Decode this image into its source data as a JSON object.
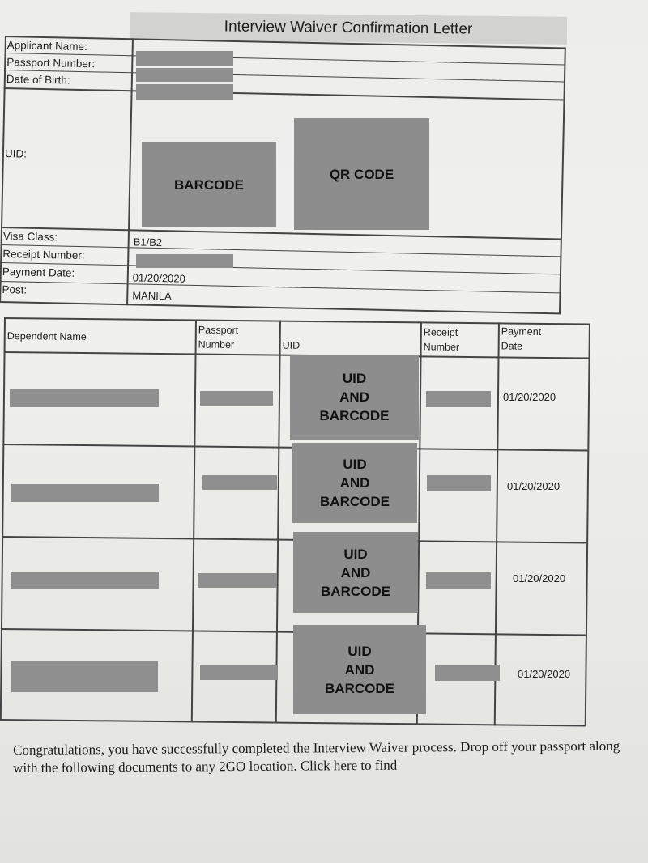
{
  "document": {
    "title": "Interview Waiver Confirmation Letter"
  },
  "applicant": {
    "labels": {
      "name": "Applicant Name:",
      "passport": "Passport Number:",
      "dob": "Date of Birth:",
      "uid": "UID:",
      "visa_class": "Visa Class:",
      "receipt": "Receipt Number:",
      "payment_date": "Payment Date:",
      "post": "Post:"
    },
    "barcode_label": "BARCODE",
    "qr_label": "QR CODE",
    "visa_class": "B1/B2",
    "payment_date": "01/20/2020",
    "post": "MANILA"
  },
  "dependents": {
    "headers": {
      "name": "Dependent Name",
      "passport": "Passport Number",
      "uid": "UID",
      "receipt": "Receipt Number",
      "payment_date": "Payment Date"
    },
    "rows": [
      {
        "uid_box": "UID AND BARCODE",
        "payment_date": "01/20/2020"
      },
      {
        "uid_box": "UID AND BARCODE",
        "payment_date": "01/20/2020"
      },
      {
        "uid_box": "UID AND BARCODE",
        "payment_date": "01/20/2020"
      },
      {
        "uid_box": "UID AND BARCODE",
        "payment_date": "01/20/2020"
      }
    ]
  },
  "footer": {
    "text": "Congratulations, you have successfully completed the Interview Waiver process. Drop off your passport along with the following documents to any 2GO location.  Click here to find"
  }
}
